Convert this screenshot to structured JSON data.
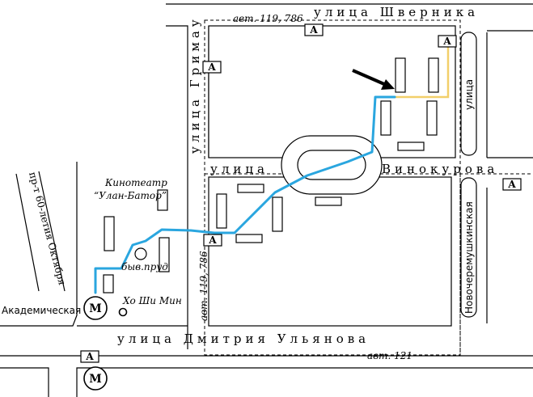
{
  "streets": {
    "shvernika": "улица  Шверника",
    "grimau": "улица Гримау",
    "vinokurova_left": "улица",
    "vinokurova_right": "Винокурова",
    "dmitriya_ulyanova": "улица  Дмитрия  Ульянова",
    "novocheryomushkinskaya": "Новочеремушкинская",
    "ulitsa_right": "улица",
    "prospekt": "пр-т 60-летия Октября"
  },
  "places": {
    "akademicheskaya": "Академическая",
    "cinema_line1": "Кинотеатр",
    "cinema_line2": "“Улан-Батор”",
    "pond": "быв.пруд",
    "ho_chi_minh": "Хо Ши Мин"
  },
  "bus_routes": {
    "top": "авт. 119, 786",
    "left": "авт. 119, 786",
    "bottom": "авт. 121"
  },
  "symbols": {
    "bus_stop": "А",
    "metro": "М"
  },
  "colors": {
    "walking_route": "#2aa6df",
    "final_path": "#f2cf6a",
    "ink": "#000000"
  },
  "icons": {
    "bus_stop": "bus-stop-icon",
    "metro": "metro-icon",
    "destination": "arrow-icon"
  }
}
